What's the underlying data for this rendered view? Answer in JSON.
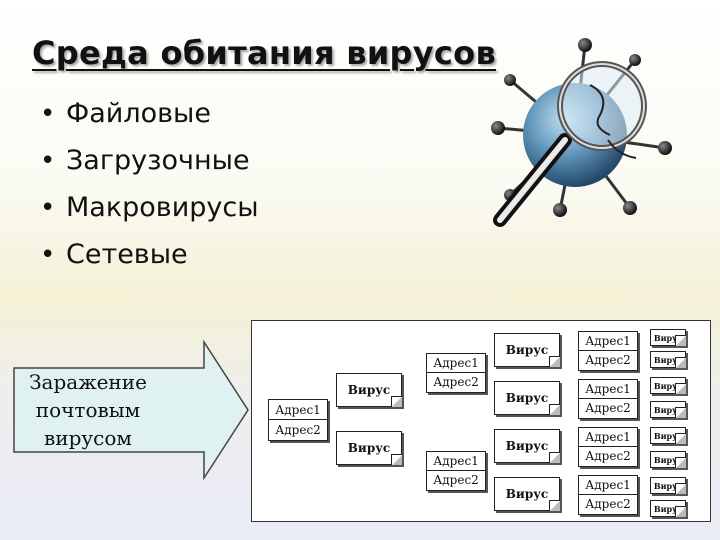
{
  "slide": {
    "title": "Среда обитания вирусов",
    "bullets": [
      "Файловые",
      "Загрузочные",
      "Макровирусы",
      "Сетевые"
    ]
  },
  "arrow": {
    "line1": "Заражение",
    "line2": "почтовым",
    "line3": "вирусом"
  },
  "diagram": {
    "address1": "Адрес1",
    "address2": "Адрес2",
    "virus": "Вирус"
  },
  "colors": {
    "arrow_fill": "#dff1f0",
    "virus_body": "#5d93b8"
  }
}
